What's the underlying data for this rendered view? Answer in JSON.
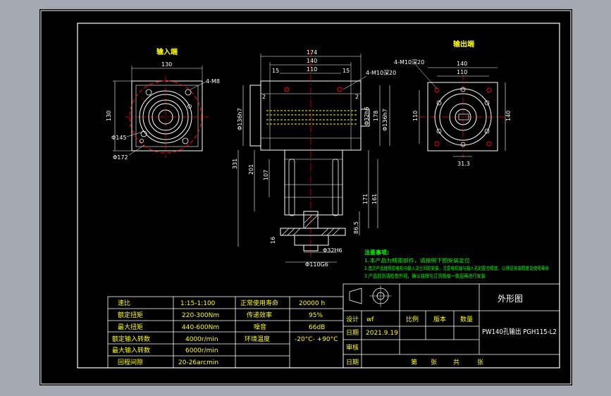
{
  "views": {
    "input_title": "输入端",
    "output_title": "输出端"
  },
  "input_view": {
    "dim_top": "130",
    "dim_left": "130",
    "dim_bolt": "4-M8",
    "dim_d1": "Φ145",
    "dim_d2": "Φ172"
  },
  "front_view": {
    "dim_174": "174",
    "dim_140": "140",
    "dim_110": "110",
    "dim_15a": "15",
    "dim_15b": "15",
    "dim_holes": "4-M10深20",
    "dim_2a": "2",
    "dim_2b": "2",
    "dim_d_left": "Φ136h7",
    "dim_d_inner": "Φ32h6",
    "dim_178": "178",
    "dim_d_right": "Φ136h7",
    "dim_331": "331",
    "dim_201": "201",
    "dim_107": "107",
    "dim_171": "171",
    "dim_161": "161",
    "dim_86": "86.5",
    "dim_16": "16",
    "dim_d_shaft": "Φ32H6",
    "dim_d_base": "Φ110G6"
  },
  "output_view": {
    "dim_holes": "4-M10深20",
    "dim_140": "140",
    "dim_110": "110",
    "dim_left": "110",
    "dim_right": "140",
    "dim_key": "31.3"
  },
  "notes": {
    "title": "注意事项:",
    "line1": "1.本产品为精密部件，请按照下图安装定位",
    "line2": "2.首次产品使用前电机与输入法兰间的安装，注意电机轴与输入孔的配合精度，以保证安装精度及使用寿命",
    "line3": "3.产品到货请检查外观，确认铭牌与订货规格一致后再进行安装"
  },
  "spec_table": {
    "rows": [
      {
        "k1": "速比",
        "v1": "1:15-1:100",
        "k2": "正常使用寿命",
        "v2": "20000 h"
      },
      {
        "k1": "额定扭矩",
        "v1": "220-300Nm",
        "k2": "传递效率",
        "v2": "95%"
      },
      {
        "k1": "最大扭矩",
        "v1": "440-600Nm",
        "k2": "噪音",
        "v2": "66dB"
      },
      {
        "k1": "额定输入转数",
        "v1": "4000r/min",
        "k2": "环境温度",
        "v2": "-20°C- +90°C"
      },
      {
        "k1": "最大输入转数",
        "v1": "6000r/min",
        "k2": "",
        "v2": ""
      },
      {
        "k1": "回程间隙",
        "v1": "20-26arcmin",
        "k2": "",
        "v2": ""
      }
    ]
  },
  "title_block": {
    "drawing_name": "外形图",
    "design_label": "设计",
    "designer": "wf",
    "date_label": "日期",
    "date_value": "2021.9.19",
    "review_label": "审核",
    "date2_label": "日期",
    "scale_label": "比例",
    "version_label": "版本",
    "qty_label": "数量",
    "model": "PW140孔输出 PGH115-L2",
    "sheet_prefix": "第",
    "sheet_mid": "张",
    "sheet_total": "共",
    "sheet_suffix": "张"
  },
  "colors": {
    "frame_bg": "#000000",
    "border": "#ffffff",
    "outline": "#ffffff",
    "center_red": "#ff0000",
    "text_yellow": "#ffff00",
    "note_green": "#00ff00"
  }
}
